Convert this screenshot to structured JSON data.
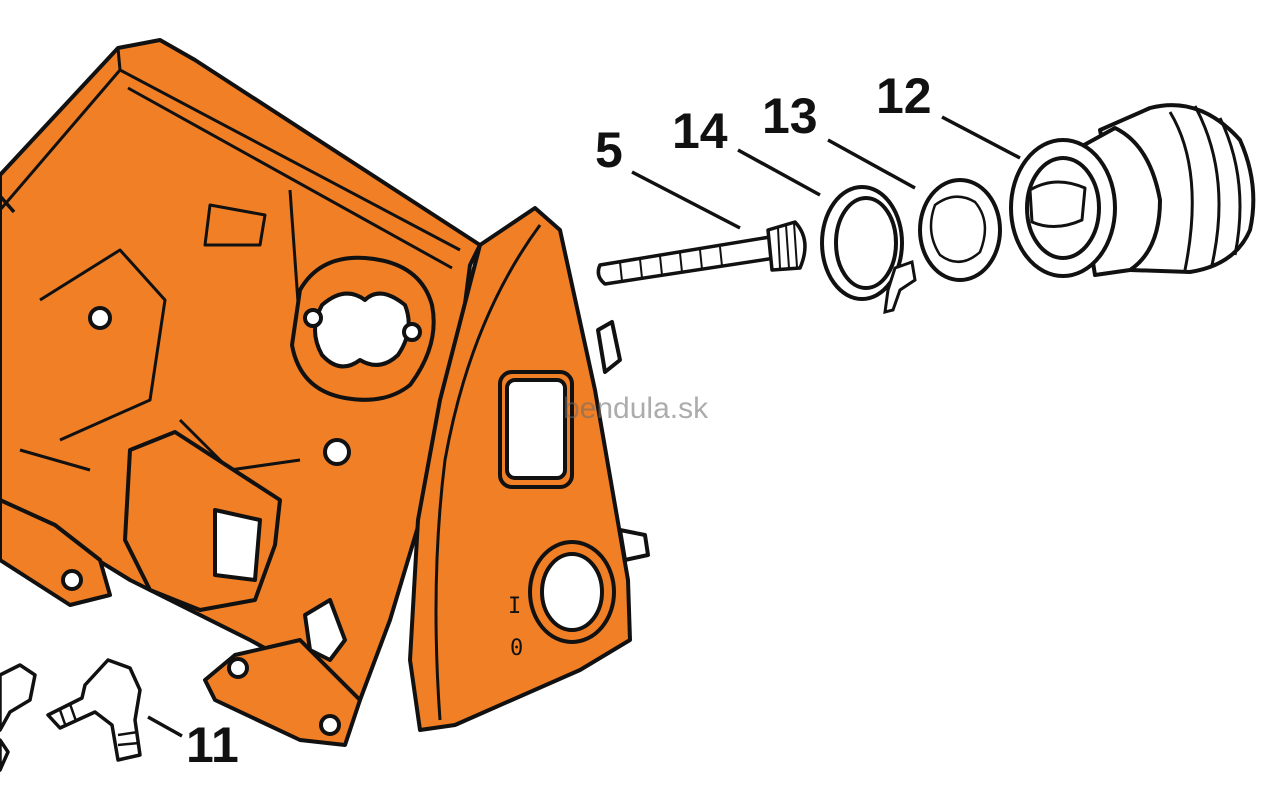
{
  "diagram": {
    "callouts": [
      {
        "id": "5",
        "label": "5"
      },
      {
        "id": "14",
        "label": "14"
      },
      {
        "id": "13",
        "label": "13"
      },
      {
        "id": "12",
        "label": "12"
      },
      {
        "id": "11",
        "label": "11"
      }
    ],
    "switch_marks": {
      "on": "I",
      "off": "0"
    },
    "watermark": "bendula.sk",
    "colors": {
      "housing": "#f07f26",
      "outline": "#111111",
      "part_fill": "#ffffff",
      "background": "#ffffff"
    }
  }
}
